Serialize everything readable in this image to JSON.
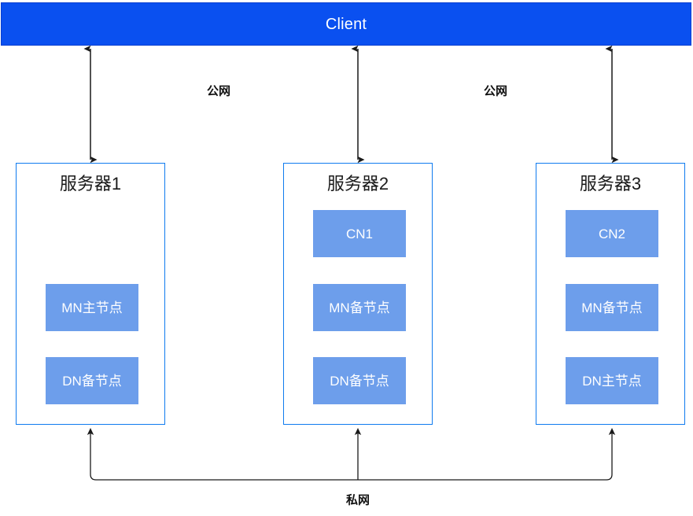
{
  "diagram": {
    "title_bar": {
      "label": "Client",
      "bg_color": "#0a50f0",
      "text_color": "#ffffff"
    },
    "colors": {
      "client_blue": "#0a50f0",
      "server_border_blue": "#0f7bef",
      "node_blue": "#6d9eeb",
      "arrow_black": "#1a1a1a",
      "background": "#ffffff"
    },
    "servers": [
      {
        "title": "服务器1",
        "nodes": [
          {
            "label": "MN主节点"
          },
          {
            "label": "DN备节点"
          }
        ]
      },
      {
        "title": "服务器2",
        "nodes": [
          {
            "label": "CN1"
          },
          {
            "label": "MN备节点"
          },
          {
            "label": "DN备节点"
          }
        ]
      },
      {
        "title": "服务器3",
        "nodes": [
          {
            "label": "CN2"
          },
          {
            "label": "MN备节点"
          },
          {
            "label": "DN主节点"
          }
        ]
      }
    ],
    "edge_labels": {
      "public_network_left": "公网",
      "public_network_right": "公网",
      "private_network": "私网"
    }
  }
}
